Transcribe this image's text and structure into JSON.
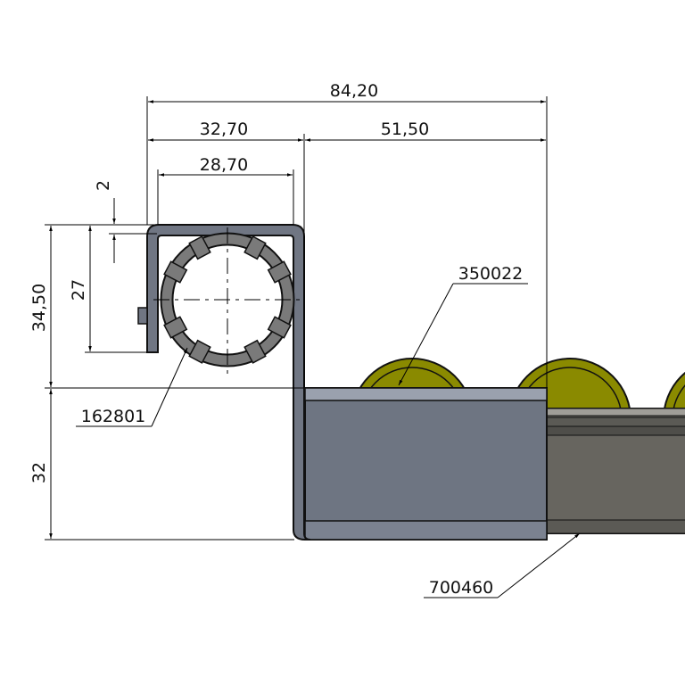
{
  "dimensions": {
    "overall_width": "84,20",
    "bracket_width": "32,70",
    "conveyor_width": "51,50",
    "tube_width": "28,70",
    "sheet_thickness": "2",
    "tube_height": "27",
    "bracket_height": "34,50",
    "rail_height": "32"
  },
  "callouts": {
    "roller": "350022",
    "tube_profile": "162801",
    "rail": "700460"
  },
  "colors": {
    "roller": "#8a8a00",
    "box": "#6e7582",
    "rail": "#67655f",
    "sheet": "#5f6470"
  }
}
